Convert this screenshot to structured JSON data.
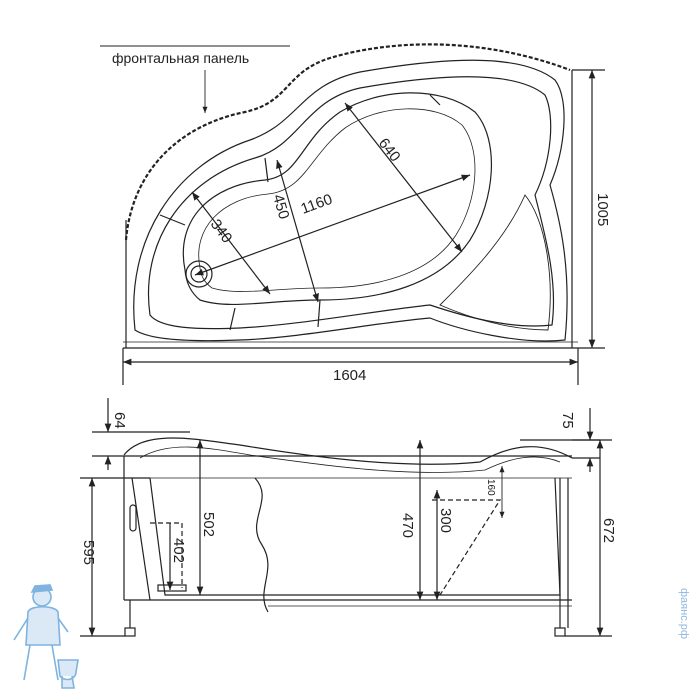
{
  "top_view": {
    "panel_label": "фронтальная панель",
    "dims": {
      "width": "1604",
      "depth": "1005",
      "length_inner": "1160",
      "width_inner_top": "640",
      "width_inner_mid": "450",
      "width_inner_small": "340"
    }
  },
  "side_view": {
    "dims": {
      "rim_left": "64",
      "rim_right": "75",
      "leg_left": "595",
      "total_height": "672",
      "depth_left": "502",
      "drain": "402",
      "depth_mid": "470",
      "seat": "300",
      "backrest": "160"
    }
  },
  "watermark": "фаянс.рф",
  "colors": {
    "line": "#222222",
    "accent": "#7fb3e0"
  }
}
